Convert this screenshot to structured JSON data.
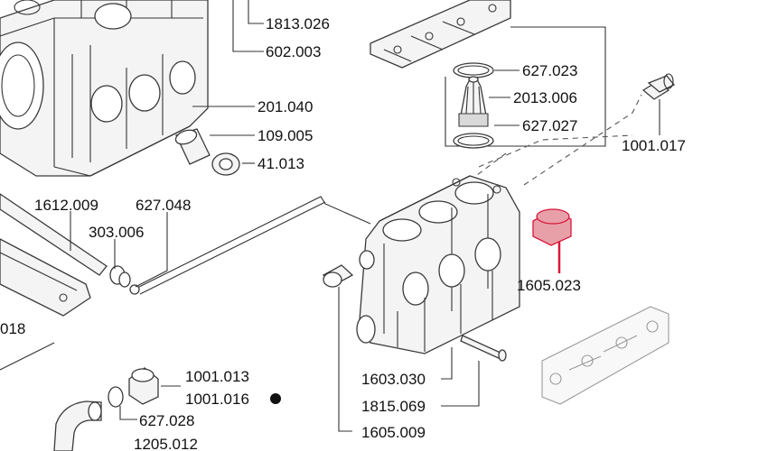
{
  "labels": {
    "p1813_026": "1813.026",
    "p602_003": "602.003",
    "p627_023": "627.023",
    "p2013_006": "2013.006",
    "p627_027": "627.027",
    "p1001_017": "1001.017",
    "p201_040": "201.040",
    "p109_005": "109.005",
    "p41_013": "41.013",
    "p1612_009": "1612.009",
    "p627_048": "627.048",
    "p303_006": "303.006",
    "p1605_023": "1605.023",
    "p018": "018",
    "p1603_030": "1603.030",
    "p1001_013": "1001.013",
    "p1001_016": "1001.016",
    "p1815_069": "1815.069",
    "p627_028": "627.028",
    "p1605_009": "1605.009",
    "p1205_012": "1205.012"
  },
  "colors": {
    "highlight": "#d9163a",
    "highlight_fill": "#e8a0a8",
    "line": "#333333"
  }
}
